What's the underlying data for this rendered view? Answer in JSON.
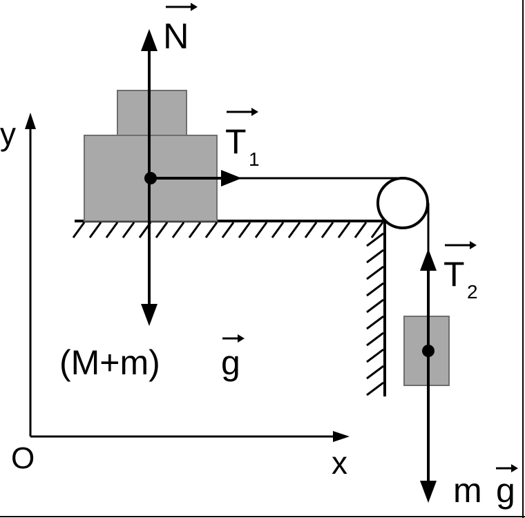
{
  "labels": {
    "normal_force": "N",
    "tension_1": "T",
    "tension_1_subscript": "1",
    "tension_2": "T",
    "tension_2_subscript": "2",
    "weight_big": "(M+m)",
    "weight_big_vector": "g",
    "weight_small_mass": "m",
    "weight_small_vector": "g",
    "axis_y": "y",
    "axis_x": "x",
    "origin": "O"
  },
  "colors": {
    "block_fill": "#a9a9a9",
    "block_stroke": "#6e6e6e",
    "line": "#000000",
    "background": "#ffffff"
  },
  "icons": {
    "pulley": "pulley-icon",
    "ground_hatch": "hatch-pattern"
  }
}
